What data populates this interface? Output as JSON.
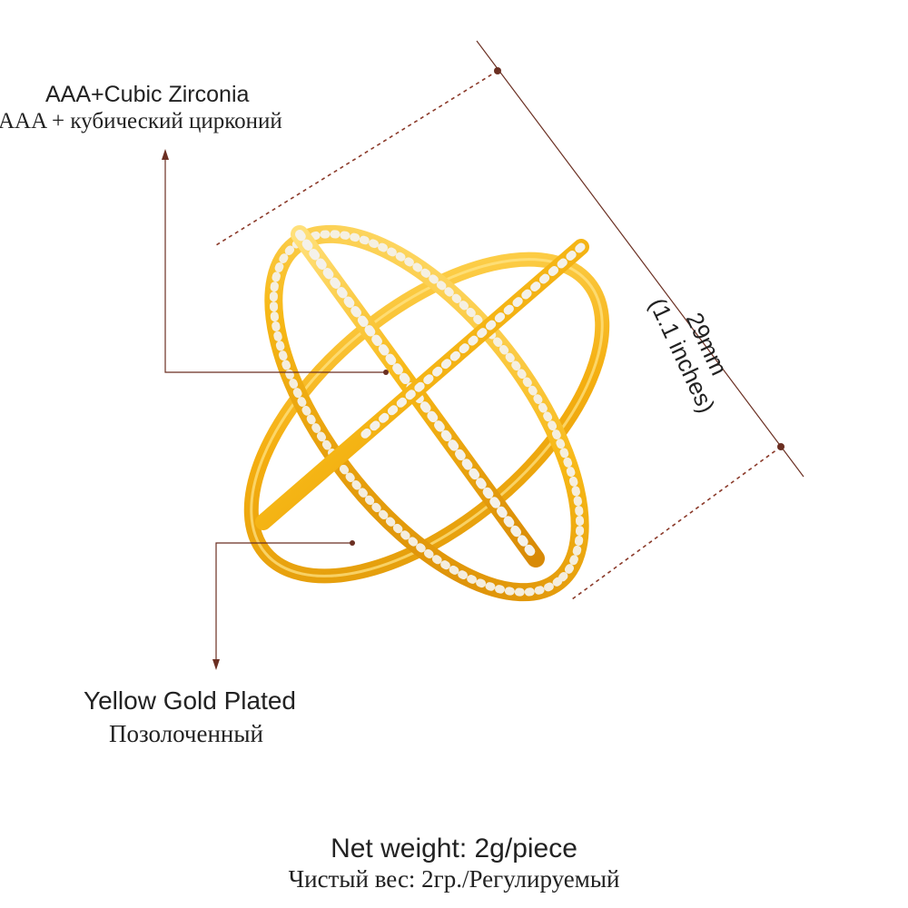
{
  "labels": {
    "stone_en": "AAA+Cubic Zirconia",
    "stone_ru": "AAA + кубический цирконий",
    "plating_en": "Yellow Gold Plated",
    "plating_ru": "Позолоченный",
    "weight_en": "Net weight: 2g/piece",
    "weight_ru": "Чистый вес: 2гр./Регулируемый"
  },
  "dimension": {
    "mm": "29mm",
    "inches": "(1.1 inches)"
  },
  "colors": {
    "gold_light": "#ffd24a",
    "gold": "#f5b414",
    "gold_dark": "#d98e08",
    "leader": "#6b2f22",
    "stone": "#f4f1ea"
  }
}
